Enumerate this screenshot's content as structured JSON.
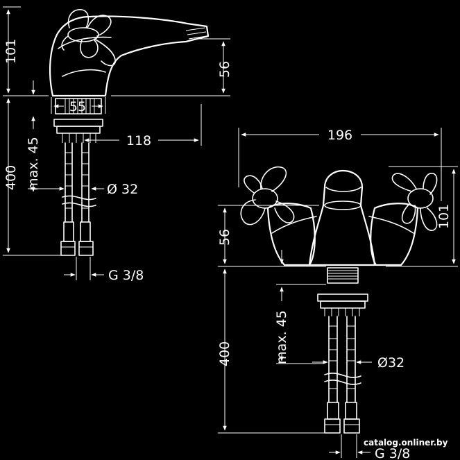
{
  "side_view": {
    "height_total": "101",
    "spout_height": "56",
    "base_width": "55",
    "reach": "118",
    "max_depth": "max. 45",
    "hose_length": "400",
    "hose_diameter": "Ø 32",
    "connection": "G 3/8"
  },
  "front_view": {
    "width": "196",
    "height_total": "101",
    "spout_height": "56",
    "max_depth": "max. 45",
    "hose_length": "400",
    "hose_diameter": "Ø32",
    "connection": "G 3/8"
  },
  "watermark": "catalog.onliner.by"
}
